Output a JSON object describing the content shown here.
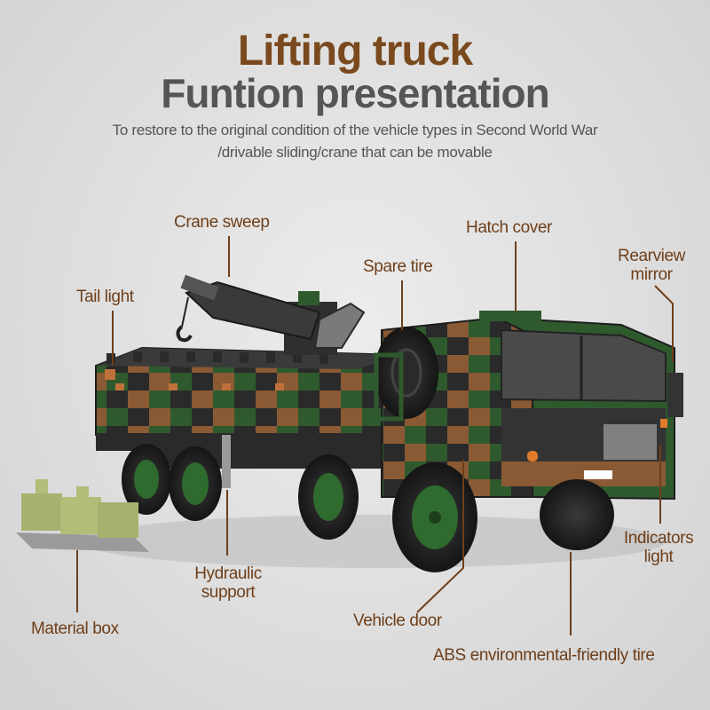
{
  "heading": {
    "title": "Lifting truck",
    "subtitle": "Funtion presentation",
    "description_line1": "To restore to the original condition of the vehicle types in Second World War",
    "description_line2": "/drivable sliding/crane that can be movable"
  },
  "callouts": {
    "crane_sweep": "Crane sweep",
    "hatch_cover": "Hatch cover",
    "spare_tire": "Spare tire",
    "rearview_mirror_1": "Rearview",
    "rearview_mirror_2": "mirror",
    "tail_light": "Tail light",
    "indicators_light_1": "Indicators",
    "indicators_light_2": "light",
    "hydraulic_support_1": "Hydraulic",
    "hydraulic_support_2": "support",
    "vehicle_door": "Vehicle door",
    "material_box": "Material box",
    "abs_tire": "ABS environmental-friendly tire"
  },
  "colors": {
    "title_brown": "#7a4a1e",
    "subtitle_gray": "#555555",
    "callout_brown": "#6e3f1a",
    "camo_green": "#2f5a2e",
    "camo_brown": "#8a5a34",
    "camo_black": "#2a2a2a"
  }
}
